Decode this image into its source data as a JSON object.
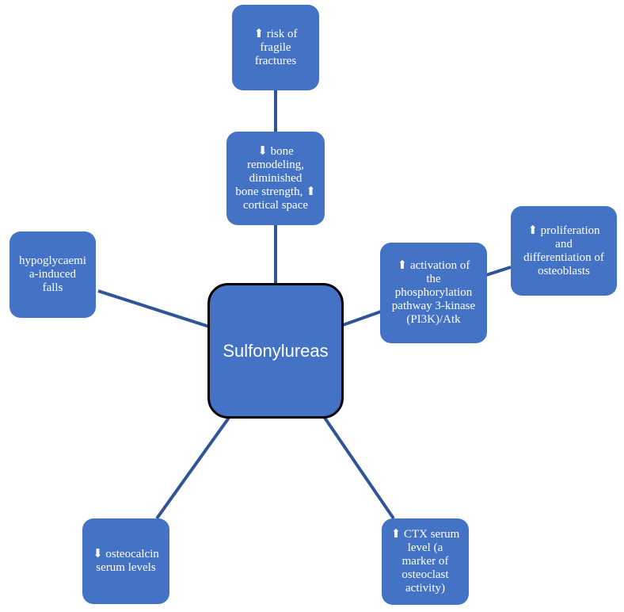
{
  "diagram": {
    "center": {
      "label": "Sulfonylureas"
    },
    "nodes": {
      "fractures": {
        "label": "⬆ risk of\nfragile\nfractures"
      },
      "bone_remodeling": {
        "label": "⬇ bone\nremodeling,\ndiminished\nbone strength, ⬆\ncortical space"
      },
      "hypoglycaemia": {
        "label": "hypoglycaemi\na-induced\nfalls"
      },
      "pi3k": {
        "label": "⬆ activation of\nthe\nphosphorylation\npathway 3-kinase\n(PI3K)/Atk"
      },
      "osteoblasts": {
        "label": "⬆ proliferation\nand\ndifferentiation of\nosteoblasts"
      },
      "osteocalcin": {
        "label": "⬇ osteocalcin\nserum levels"
      },
      "ctx": {
        "label": "⬆ CTX serum\nlevel (a\nmarker of\nosteoclast\nactivity)"
      }
    },
    "colors": {
      "node_fill": "#4472C4",
      "connector": "#2F5597",
      "center_border": "#000000",
      "text": "#FFFFFF"
    }
  }
}
